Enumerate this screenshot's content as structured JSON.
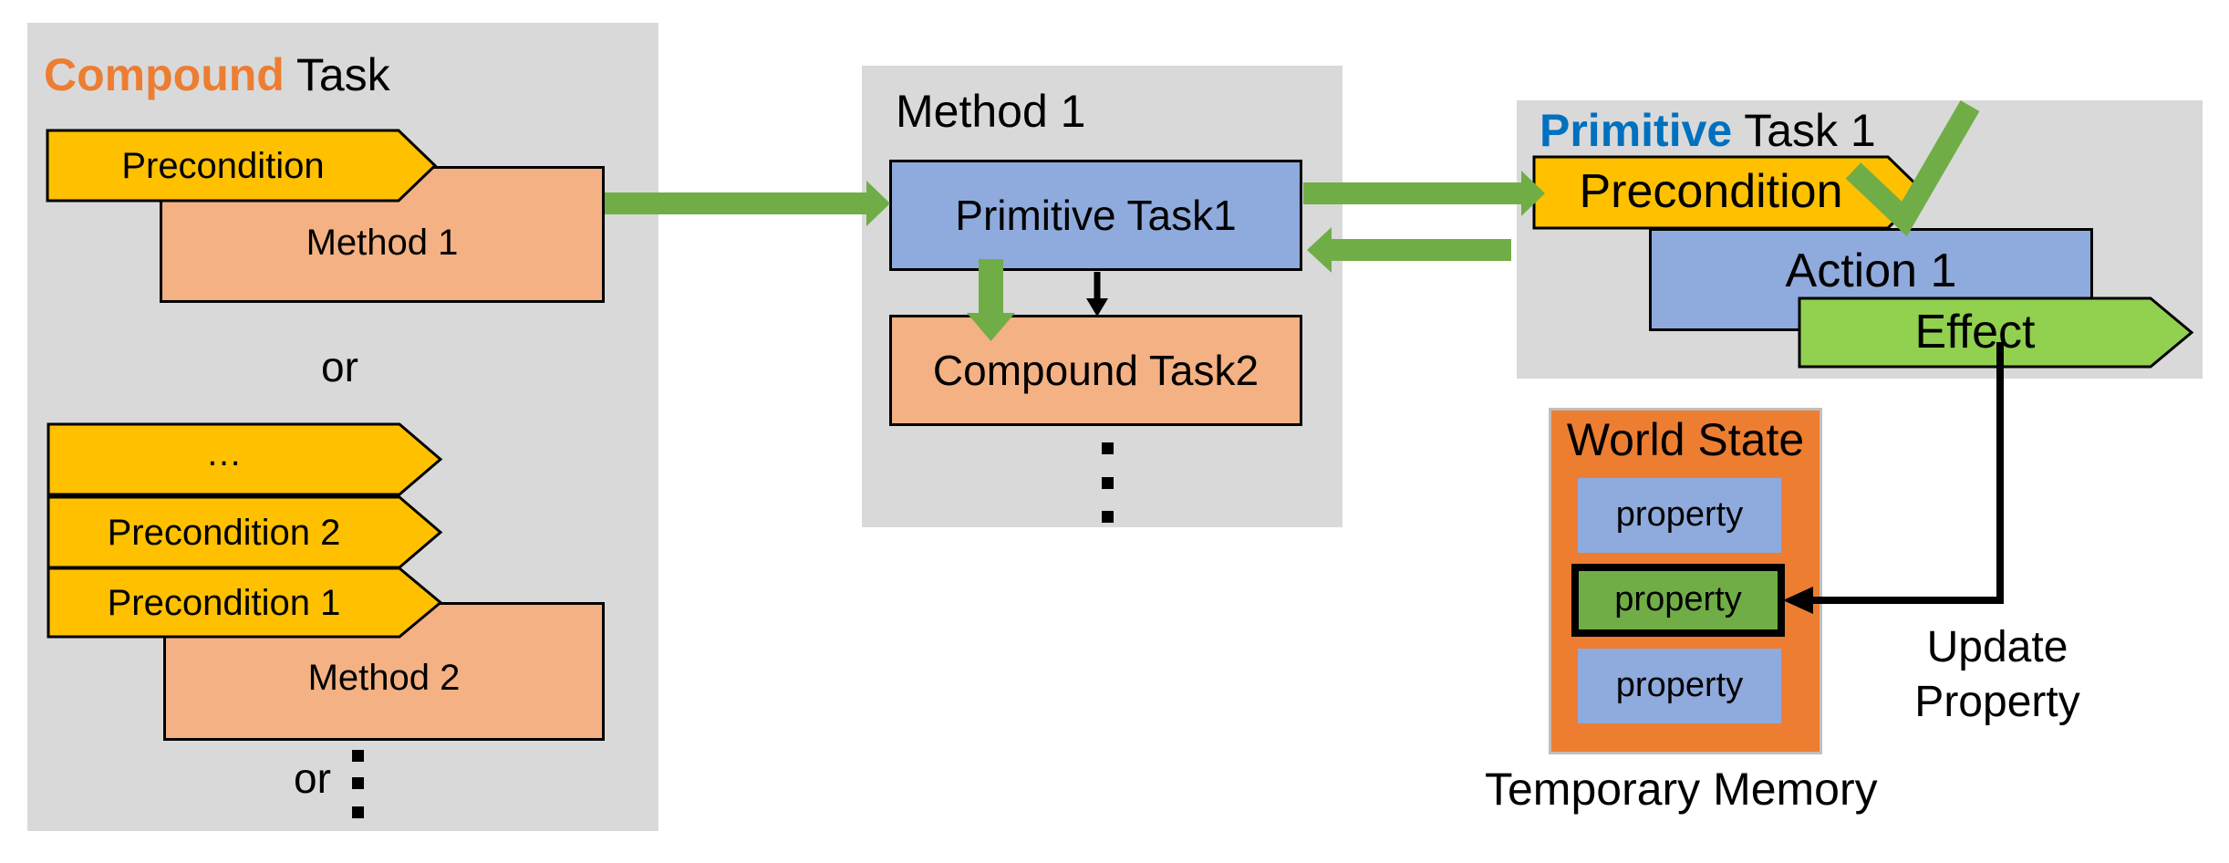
{
  "colors": {
    "panel_gray": "#d9d9d9",
    "yellow": "#ffc000",
    "light_orange": "#f4b183",
    "strong_orange": "#ed7d31",
    "light_blue": "#8faadc",
    "bright_green": "#92d050",
    "medium_green": "#70ad47",
    "title_blue": "#0070c0",
    "title_orange": "#ed7d31",
    "border_gray": "#bfbfbf"
  },
  "left_panel": {
    "title": {
      "highlight": "Compound",
      "rest": " Task"
    },
    "group1": {
      "precondition": "Precondition",
      "method": "Method 1"
    },
    "or_label": "or",
    "group2": {
      "ellipsis": "…",
      "precondition2": "Precondition 2",
      "precondition1": "Precondition 1",
      "method": "Method 2"
    },
    "or_label2": "or"
  },
  "middle_panel": {
    "title": "Method 1",
    "primitive_task": "Primitive Task1",
    "compound_task": "Compound Task2"
  },
  "right_panel": {
    "title": {
      "highlight": "Primitive",
      "rest": " Task 1"
    },
    "precondition": "Precondition",
    "action": "Action 1",
    "effect": "Effect"
  },
  "world_state": {
    "title": "World State",
    "properties": [
      "property",
      "property",
      "property"
    ],
    "caption": "Temporary Memory"
  },
  "annotations": {
    "update_property_line1": "Update",
    "update_property_line2": "Property"
  },
  "icons": {
    "checkmark": "green-checkmark",
    "flow_arrows": "green-block-arrows",
    "update_arrow": "black-elbow-arrow"
  }
}
